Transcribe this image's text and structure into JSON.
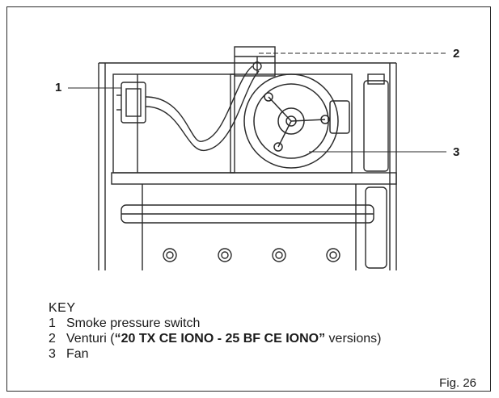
{
  "callouts": [
    {
      "number": "1"
    },
    {
      "number": "2"
    },
    {
      "number": "3"
    }
  ],
  "key": {
    "title": "KEY",
    "items": [
      {
        "number": "1",
        "text": "Smoke pressure switch",
        "bold": "",
        "suffix": ""
      },
      {
        "number": "2",
        "text": "Venturi (",
        "bold": "“20 TX CE IONO - 25 BF CE IONO”",
        "suffix": " versions)"
      },
      {
        "number": "3",
        "text": "Fan",
        "bold": "",
        "suffix": ""
      }
    ]
  },
  "figure_label": "Fig. 26"
}
